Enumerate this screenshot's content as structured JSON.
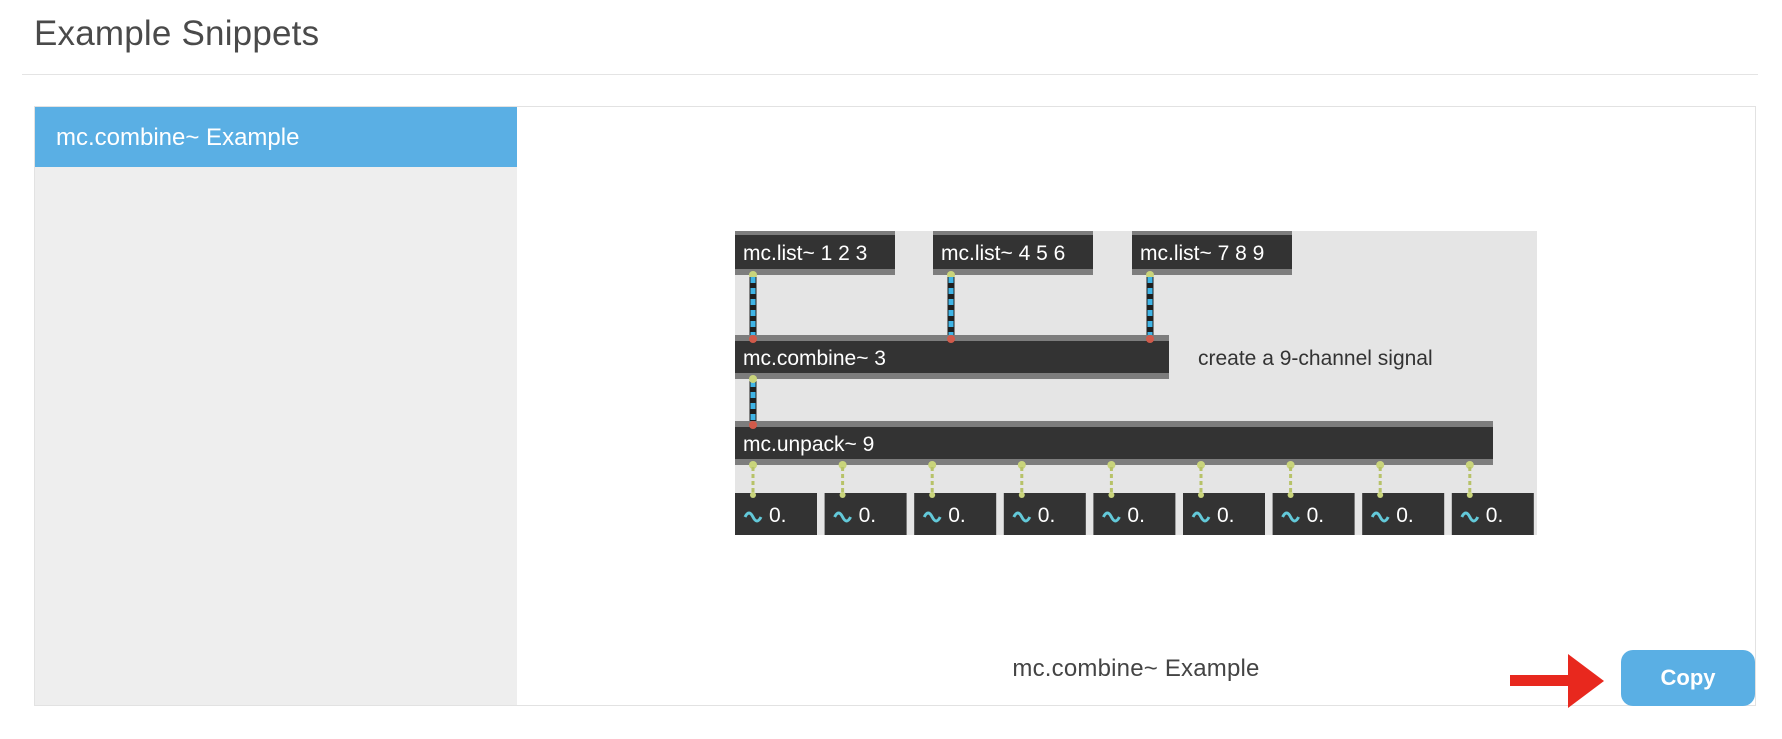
{
  "page": {
    "title": "Example Snippets"
  },
  "sidebar": {
    "items": [
      {
        "label": "mc.combine~ Example",
        "selected": true
      }
    ]
  },
  "preview": {
    "caption": "mc.combine~ Example",
    "copy_label": "Copy",
    "patch": {
      "lists": [
        "mc.list~ 1 2 3",
        "mc.list~ 4 5 6",
        "mc.list~ 7 8 9"
      ],
      "combine": "mc.combine~ 3",
      "comment": "create a 9-channel signal",
      "unpack": "mc.unpack~ 9",
      "meters": [
        "0.",
        "0.",
        "0.",
        "0.",
        "0.",
        "0.",
        "0.",
        "0.",
        "0."
      ]
    }
  },
  "colors": {
    "accent": "#5aafe4",
    "sidebar_bg": "#eeeeee",
    "patch_bg": "#e5e5e5",
    "object_bg": "#333333",
    "mc_cord": "#3fb4e6",
    "signal_cord": "#c8d37a",
    "arrow": "#e8281e"
  }
}
